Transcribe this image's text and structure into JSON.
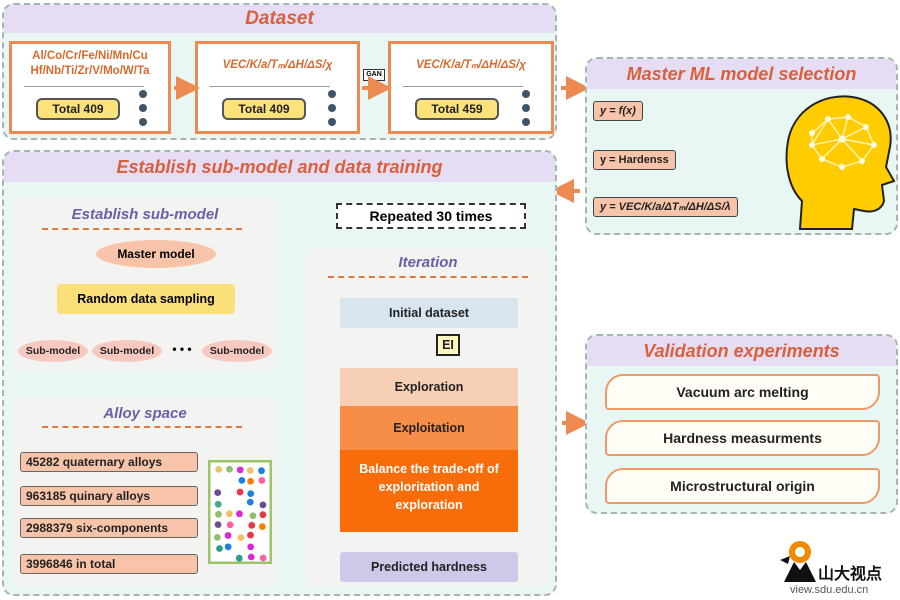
{
  "dataset": {
    "title": "Dataset",
    "box1": {
      "line1": "Al/Co/Cr/Fe/Ni/Mn/Cu",
      "line2": "Hf/Nb/Ti/Zr/V/Mo/W/Ta",
      "total": "Total 409"
    },
    "box2": {
      "vars": "VEC/K/a/Tₘ/ΔH/ΔS/χ",
      "total": "Total 409"
    },
    "gan_label": "GAN",
    "box3": {
      "vars": "VEC/K/a/Tₘ/ΔH/ΔS/χ",
      "total": "Total 459"
    }
  },
  "master": {
    "title": "Master ML model selection",
    "eq1": "y = f(x)",
    "eq2": "y = Hardenss",
    "eq3": "y = VEC/K/a/ΔTₘ/ΔH/ΔS/λ"
  },
  "establish": {
    "title": "Establish sub-model and data training",
    "repeated": "Repeated 30 times",
    "submodel": {
      "title": "Establish sub-model",
      "master_model": "Master model",
      "sampling": "Random data sampling",
      "sub1": "Sub-model",
      "sub2": "Sub-model",
      "sub3": "Sub-model",
      "ellipsis": "• • •"
    },
    "alloy": {
      "title": "Alloy space",
      "items": [
        "45282 quaternary alloys",
        "963185 quinary alloys",
        "2988379 six-components",
        "3996846 in total"
      ]
    },
    "iteration": {
      "title": "Iteration",
      "initial": "Initial dataset",
      "ei": "EI",
      "exploration": "Exploration",
      "exploitation": "Exploitation",
      "balance": "Balance the trade-off of exploritation and exploration",
      "predicted": "Predicted hardness"
    }
  },
  "validation": {
    "title": "Validation experiments",
    "items": [
      "Vacuum  arc melting",
      "Hardness measurments",
      "Microstructural origin"
    ]
  },
  "watermark": {
    "brand": "山大视点",
    "url": "view.sdu.edu.cn"
  },
  "colors": {
    "orange": "#ed8a52",
    "panel_bg": "#e8f6f4",
    "title_bg": "#e6dcf4",
    "title_text": "#d9603a",
    "sub_title": "#6c5fa6"
  }
}
